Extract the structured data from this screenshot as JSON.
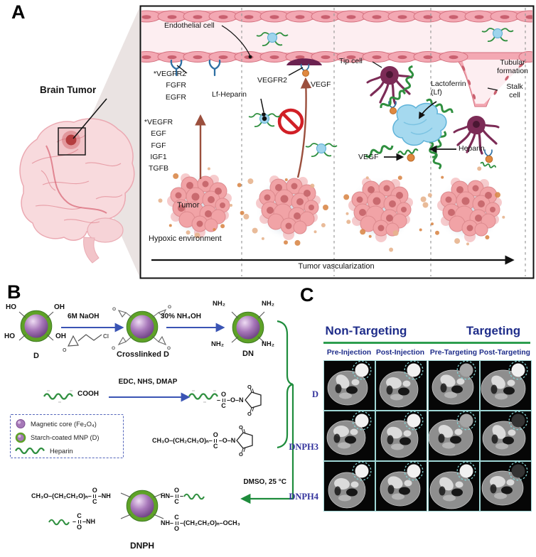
{
  "panel_a": {
    "label": "A",
    "brain_tumor": "Brain Tumor",
    "endothelial_cell": "Endothelial cell",
    "receptors_left": [
      "*VEGFR2",
      "FGFR",
      "EGFR"
    ],
    "growth_factors": [
      "*VEGFR",
      "EGF",
      "FGF",
      "IGF1",
      "TGFB"
    ],
    "vegfr2": "VEGFR2",
    "vegf_blocked": "VEGF",
    "lf_heparin": "Lf-Heparin",
    "tip_cell": "Tip cell",
    "lactoferrin_line1": "Lactoferrin",
    "lactoferrin_line2": "(Lf)",
    "heparin": "Heparin",
    "vegf_released": "VEGF",
    "tubular_line1": "Tubular",
    "tubular_line2": "formation",
    "stalk_line1": "Stalk",
    "stalk_line2": "cell",
    "tumor": "Tumor",
    "hypoxic_environment": "Hypoxic environment",
    "axis_label": "Tumor vascularization"
  },
  "panel_b": {
    "label": "B",
    "ho": "HO",
    "oh": "OH",
    "d": "D",
    "step1": "6M NaOH",
    "epox_o": "O",
    "epox_cl": "Cl",
    "crosslinked_d": "Crosslinked D",
    "step2": "30% NH₄OH",
    "nh2": "NH₂",
    "dn": "DN",
    "cooh": "COOH",
    "step3": "EDC, NHS, DMAP",
    "o": "O",
    "c": "C",
    "n_atom": "N",
    "dash": "–",
    "o_link": "–O–",
    "mpeg_chain": "CH₃O–(CH₂CH₂O)ₙ–",
    "hn": "HN–",
    "nh_dash": "–NH",
    "nh_dash2": "NH–",
    "peg_right": "–(CH₂CH₂O)ₙ–OCH₃",
    "dmso": "DMSO, 25 °C",
    "dnph": "DNPH",
    "legend": [
      "Magnetic core (Fe₃O₄)",
      "Starch-coated MNP (D)",
      "Heparin"
    ]
  },
  "panel_c": {
    "label": "C",
    "group_headers": [
      "Non-Targeting",
      "Targeting"
    ],
    "col_headers": [
      "Pre-Injection",
      "Post-Injection",
      "Pre-Targeting",
      "Post-Targeting"
    ],
    "row_labels": [
      "D",
      "DNPH3",
      "DNPH4"
    ],
    "tumor_signals": [
      [
        "bright",
        "bright",
        "medium",
        "bright"
      ],
      [
        "bright",
        "bright",
        "medium",
        "dark"
      ],
      [
        "bright",
        "bright",
        "bright",
        "dark"
      ]
    ]
  },
  "colors": {
    "header_navy": "#1f2d8a",
    "green_line": "#2e9e4f",
    "brace_green": "#1e8c3c",
    "arrow_blue": "#3a54b4",
    "prohibit_red": "#d11f26",
    "heparin_green": "#2f8f3f",
    "vessel_pink": "#f3a8b3",
    "tumor_pink": "#f1a3a6",
    "lactoferrin_blue": "#a5d9ef",
    "tip_cell_maroon": "#7c2b56",
    "vegf_orange": "#e0883f",
    "mri_border_teal": "#9fd6d5"
  }
}
